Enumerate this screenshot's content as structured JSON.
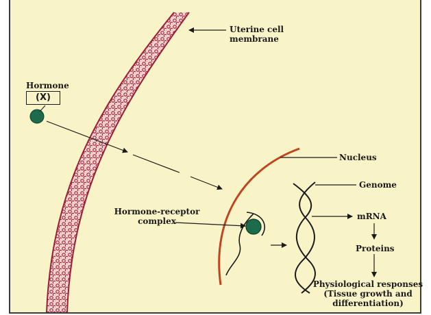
{
  "labels": {
    "membrane_line1": "Uterine cell",
    "membrane_line2": "membrane",
    "hormone": "Hormone",
    "x_marker": "(X)",
    "nucleus": "Nucleus",
    "genome": "Genome",
    "mrna": "mRNA",
    "proteins": "Proteins",
    "complex_line1": "Hormone-receptor",
    "complex_line2": "complex",
    "responses_line1": "Physiological responses",
    "responses_line2": "(Tissue growth and",
    "responses_line3": "differentiation)"
  },
  "colors": {
    "background": "#f9f3c8",
    "membrane_fill": "#f1d3cf",
    "membrane_edge": "#9b1d36",
    "nucleus": "#c0451f",
    "hormone": "#1c6b4a",
    "line": "#1a1a1a"
  }
}
